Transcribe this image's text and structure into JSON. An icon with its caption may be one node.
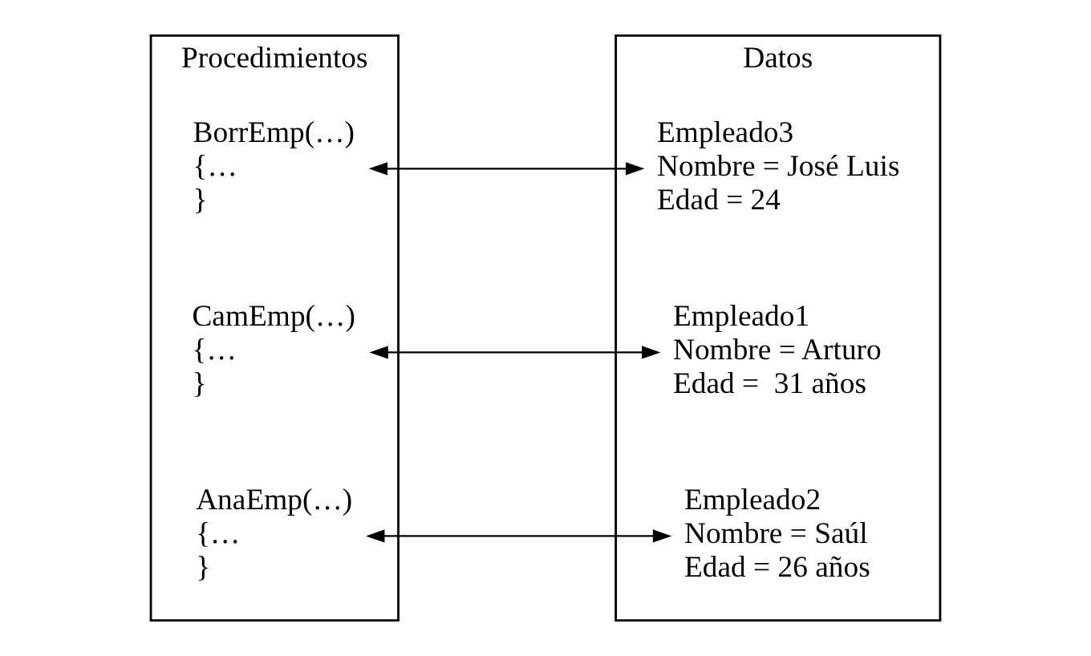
{
  "diagram": {
    "nodes": [
      {
        "text": [
          "Procedimientos"
        ]
      },
      {
        "text": [
          "AnaEmp(…)",
          "{…",
          "}"
        ],
        "in": 0
      },
      {
        "text": [
          "CamEmp(…)",
          "{…",
          "}"
        ],
        "in": 0
      },
      {
        "text": [
          "BorrEmp(…)",
          "{…",
          "}"
        ],
        "in": 0
      },
      {
        "text": [
          "Datos"
        ]
      },
      {
        "text": [
          "Empleado1",
          "Nombre = Arturo",
          "Edad =  31 años"
        ],
        "in": 4
      },
      {
        "text": [
          "Empleado2",
          "Nombre = Saúl",
          "Edad = 26 años"
        ],
        "in": 4
      },
      {
        "text": [
          "Empleado3",
          "Nombre = José Luis",
          "Edad = 24"
        ],
        "in": 4
      }
    ],
    "edges": [
      {
        "from": 1,
        "to": 6,
        "arrow": "both"
      },
      {
        "from": 5,
        "to": 2,
        "arrow": "both"
      },
      {
        "from": 3,
        "to": 7,
        "arrow": "both"
      }
    ]
  }
}
